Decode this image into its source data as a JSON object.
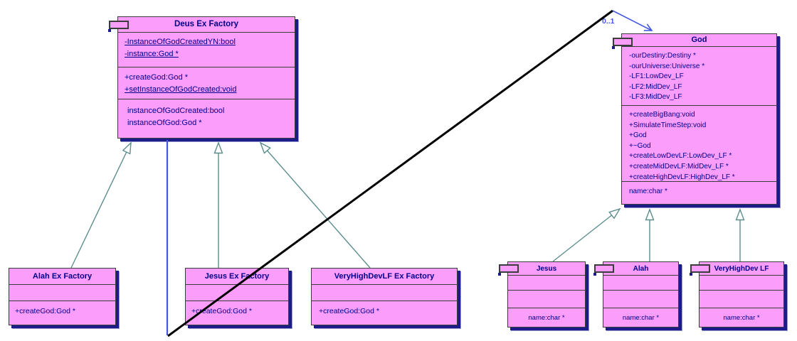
{
  "diagram": {
    "colors": {
      "box_fill": "#FB9DFB",
      "box_border": "#3c3c3c",
      "shadow_navy": "#1b1b8a",
      "text_navy": "#000090",
      "inheritance_teal": "#5d8d8d",
      "association_blue": "#4457e3",
      "association_black": "#000000"
    },
    "classes": {
      "deus_ex_factory": {
        "title": "Deus Ex Factory",
        "attributes": [
          "-InstanceOfGodCreatedYN:bool",
          "-instance:God *"
        ],
        "methods": [
          "+createGod:God *",
          "+setInstanceOfGodCreated:void"
        ],
        "extras": [
          "instanceOfGodCreated:bool",
          "instanceOfGod:God *"
        ]
      },
      "god": {
        "title": "God",
        "attributes": [
          "-ourDestiny:Destiny *",
          "-ourUniverse:Universe *",
          "-LF1:LowDev_LF",
          "-LF2:MidDev_LF",
          "-LF3:MidDev_LF"
        ],
        "methods": [
          "+createBigBang:void",
          "+SimulateTimeStep:void",
          "+God",
          "+~God",
          "+createLowDevLF:LowDev_LF *",
          "+createMidDevLF:MidDev_LF *",
          "+createHighDevLF:HighDev_LF *"
        ],
        "extras": [
          "name:char *"
        ]
      },
      "alah_ex_factory": {
        "title": "Alah Ex Factory",
        "methods": [
          "+createGod:God *"
        ]
      },
      "jesus_ex_factory": {
        "title": "Jesus Ex Factory",
        "methods": [
          "+createGod:God *"
        ]
      },
      "veryhighdevlf_ex_factory": {
        "title": "VeryHighDevLF Ex Factory",
        "methods": [
          "+createGod:God *"
        ]
      },
      "jesus": {
        "title": "Jesus",
        "extras": [
          "name:char *"
        ]
      },
      "alah": {
        "title": "Alah",
        "extras": [
          "name:char *"
        ]
      },
      "veryhighdev_lf": {
        "title": "VeryHighDev LF",
        "extras": [
          "name:char *"
        ]
      }
    },
    "labels": {
      "multiplicity": "0..1"
    }
  }
}
